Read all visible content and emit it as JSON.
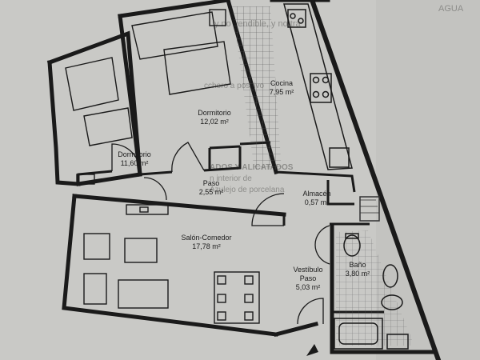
{
  "plan": {
    "rooms": [
      {
        "id": "dormitorio-1",
        "name": "Dormitorio",
        "area": "11,60 m²"
      },
      {
        "id": "dormitorio-2",
        "name": "Dormitorio",
        "area": "12,02 m²"
      },
      {
        "id": "cocina",
        "name": "Cocina",
        "area": "7,95 m²"
      },
      {
        "id": "paso",
        "name": "Paso",
        "area": "2,55 m²"
      },
      {
        "id": "almacen",
        "name": "Almacén",
        "area": "0,57 m²"
      },
      {
        "id": "salon-comedor",
        "name": "Salón-Comedor",
        "area": "17,78 m²"
      },
      {
        "id": "vestibulo-paso",
        "name": "Vestíbulo\nPaso",
        "area": "5,03 m²"
      },
      {
        "id": "bano",
        "name": "Baño",
        "area": "3,80 m²"
      }
    ]
  },
  "background_text": {
    "top_fragment": "y no vendible, y no tra",
    "right_heading": "AGUA",
    "line_1": "cchoro a positivo",
    "line_2": "ADOS Y ALICATADOS",
    "line_3": "n interior de",
    "line_4": "Azulejo de porcelana"
  },
  "colors": {
    "paper": "#c9c9c6",
    "ink": "#1a1a1a",
    "hatch": "#333333"
  }
}
